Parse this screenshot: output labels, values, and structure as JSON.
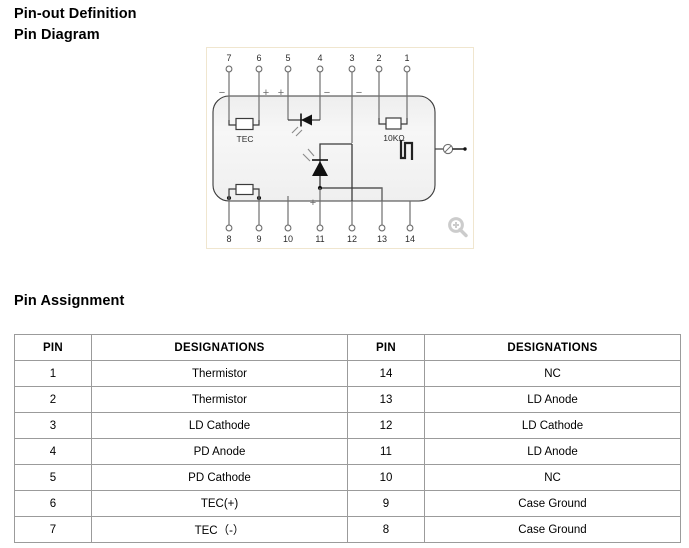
{
  "headings": {
    "pinout_definition": "Pin-out Definition",
    "pin_diagram": "Pin Diagram",
    "pin_assignment": "Pin Assignment"
  },
  "diagram": {
    "top_pins": [
      "7",
      "6",
      "5",
      "4",
      "3",
      "2",
      "1"
    ],
    "bottom_pins": [
      "8",
      "9",
      "10",
      "11",
      "12",
      "13",
      "14"
    ],
    "labels": {
      "tec": "TEC",
      "thermistor_value": "10KΩ"
    },
    "polarity_marks": {
      "pin7": "−",
      "pin6": "+",
      "pin5": "+",
      "pin4": "−",
      "pin3": "−",
      "pin11": "+"
    },
    "icons": {
      "zoom": "zoom-in-icon",
      "photodiode": "photodiode-symbol",
      "laserdiode": "laser-diode-symbol",
      "tec_element": "tec-resistor-symbol",
      "thermistor_element": "thermistor-resistor-symbol",
      "fiber_output": "fiber-output-symbol",
      "isolator": "isolator-symbol"
    }
  },
  "table": {
    "headers": [
      "PIN",
      "DESIGNATIONS",
      "PIN",
      "DESIGNATIONS"
    ],
    "rows": [
      {
        "pin_left": "1",
        "desg_left": "Thermistor",
        "pin_right": "14",
        "desg_right": "NC"
      },
      {
        "pin_left": "2",
        "desg_left": "Thermistor",
        "pin_right": "13",
        "desg_right": "LD Anode"
      },
      {
        "pin_left": "3",
        "desg_left": "LD Cathode",
        "pin_right": "12",
        "desg_right": "LD Cathode"
      },
      {
        "pin_left": "4",
        "desg_left": "PD Anode",
        "pin_right": "11",
        "desg_right": "LD Anode"
      },
      {
        "pin_left": "5",
        "desg_left": "PD Cathode",
        "pin_right": "10",
        "desg_right": "NC"
      },
      {
        "pin_left": "6",
        "desg_left": "TEC(+)",
        "pin_right": "9",
        "desg_right": "Case Ground"
      },
      {
        "pin_left": "7",
        "desg_left": "TEC（-）",
        "pin_right": "8",
        "desg_right": "Case Ground"
      }
    ]
  },
  "colors": {
    "panel_border": "#f0e6cf",
    "table_border": "#9b9b9b",
    "wire": "#6f6f6f",
    "package_fill": "#f4f4f4",
    "text": "#000000"
  }
}
